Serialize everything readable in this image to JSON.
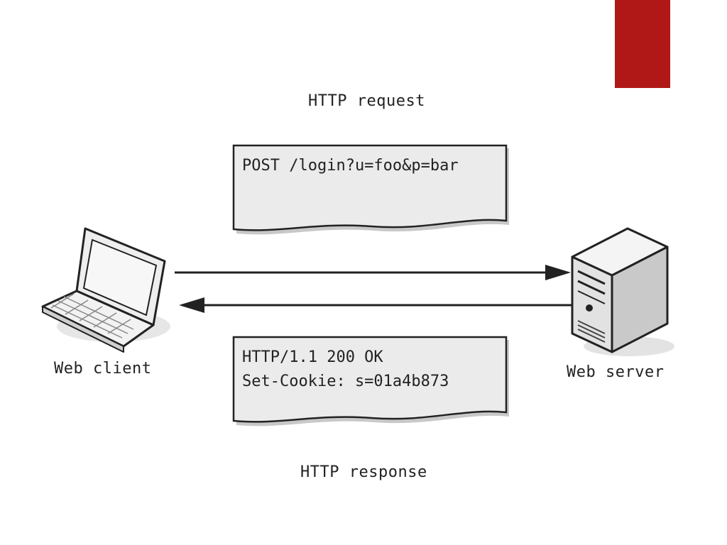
{
  "colors": {
    "accent": "#b01818",
    "note_fill": "#ebebeb",
    "stroke": "#222222"
  },
  "request": {
    "caption": "HTTP request",
    "lines": [
      "POST /login?u=foo&p=bar"
    ]
  },
  "response": {
    "caption": "HTTP response",
    "lines": [
      "HTTP/1.1 200 OK",
      "Set-Cookie: s=01a4b873"
    ]
  },
  "client": {
    "label": "Web client",
    "icon": "laptop-icon"
  },
  "server": {
    "label": "Web server",
    "icon": "server-tower-icon"
  }
}
